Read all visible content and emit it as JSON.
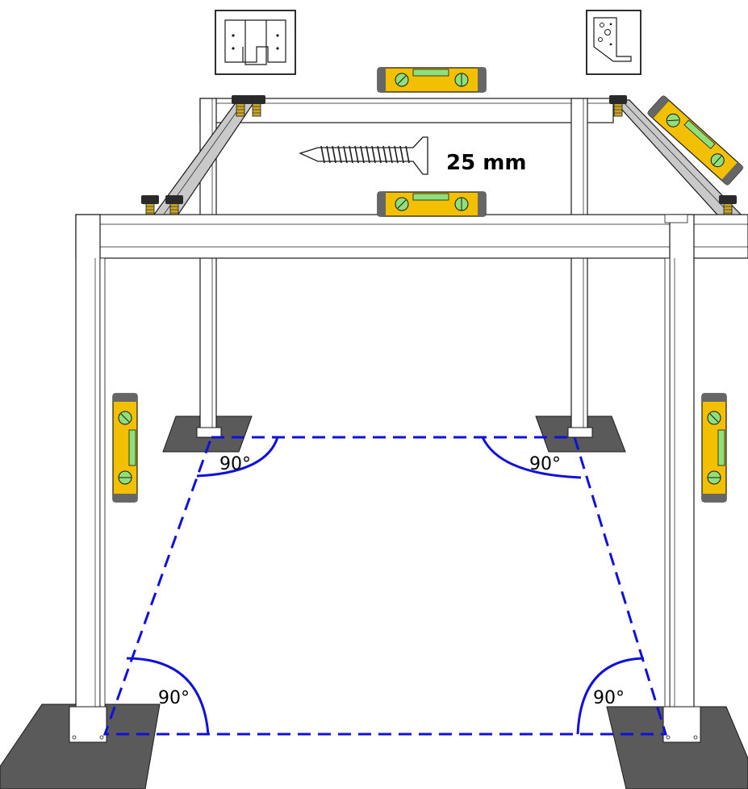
{
  "labels": {
    "screw_length": "25 mm",
    "angle_back_left": "90°",
    "angle_back_right": "90°",
    "angle_front_left": "90°",
    "angle_front_right": "90°"
  },
  "colors": {
    "frame_fill": "#ffffff",
    "frame_stroke": "#1a1a1a",
    "beam_gray": "#c9c9c9",
    "base_plate": "#5a5a5a",
    "level_yellow": "#f2c000",
    "level_bubble": "#8fe07a",
    "level_end": "#666666",
    "guide_blue": "#1010dd",
    "knob": "#2a2a2a",
    "brass": "#c9a62a"
  },
  "icons": {
    "flat_bracket": "flat-corner-bracket-icon",
    "angle_bracket": "angle-bracket-icon",
    "screw": "countersunk-screw-icon",
    "spirit_level": "spirit-level-icon",
    "clamp": "clamp-knob-icon"
  }
}
